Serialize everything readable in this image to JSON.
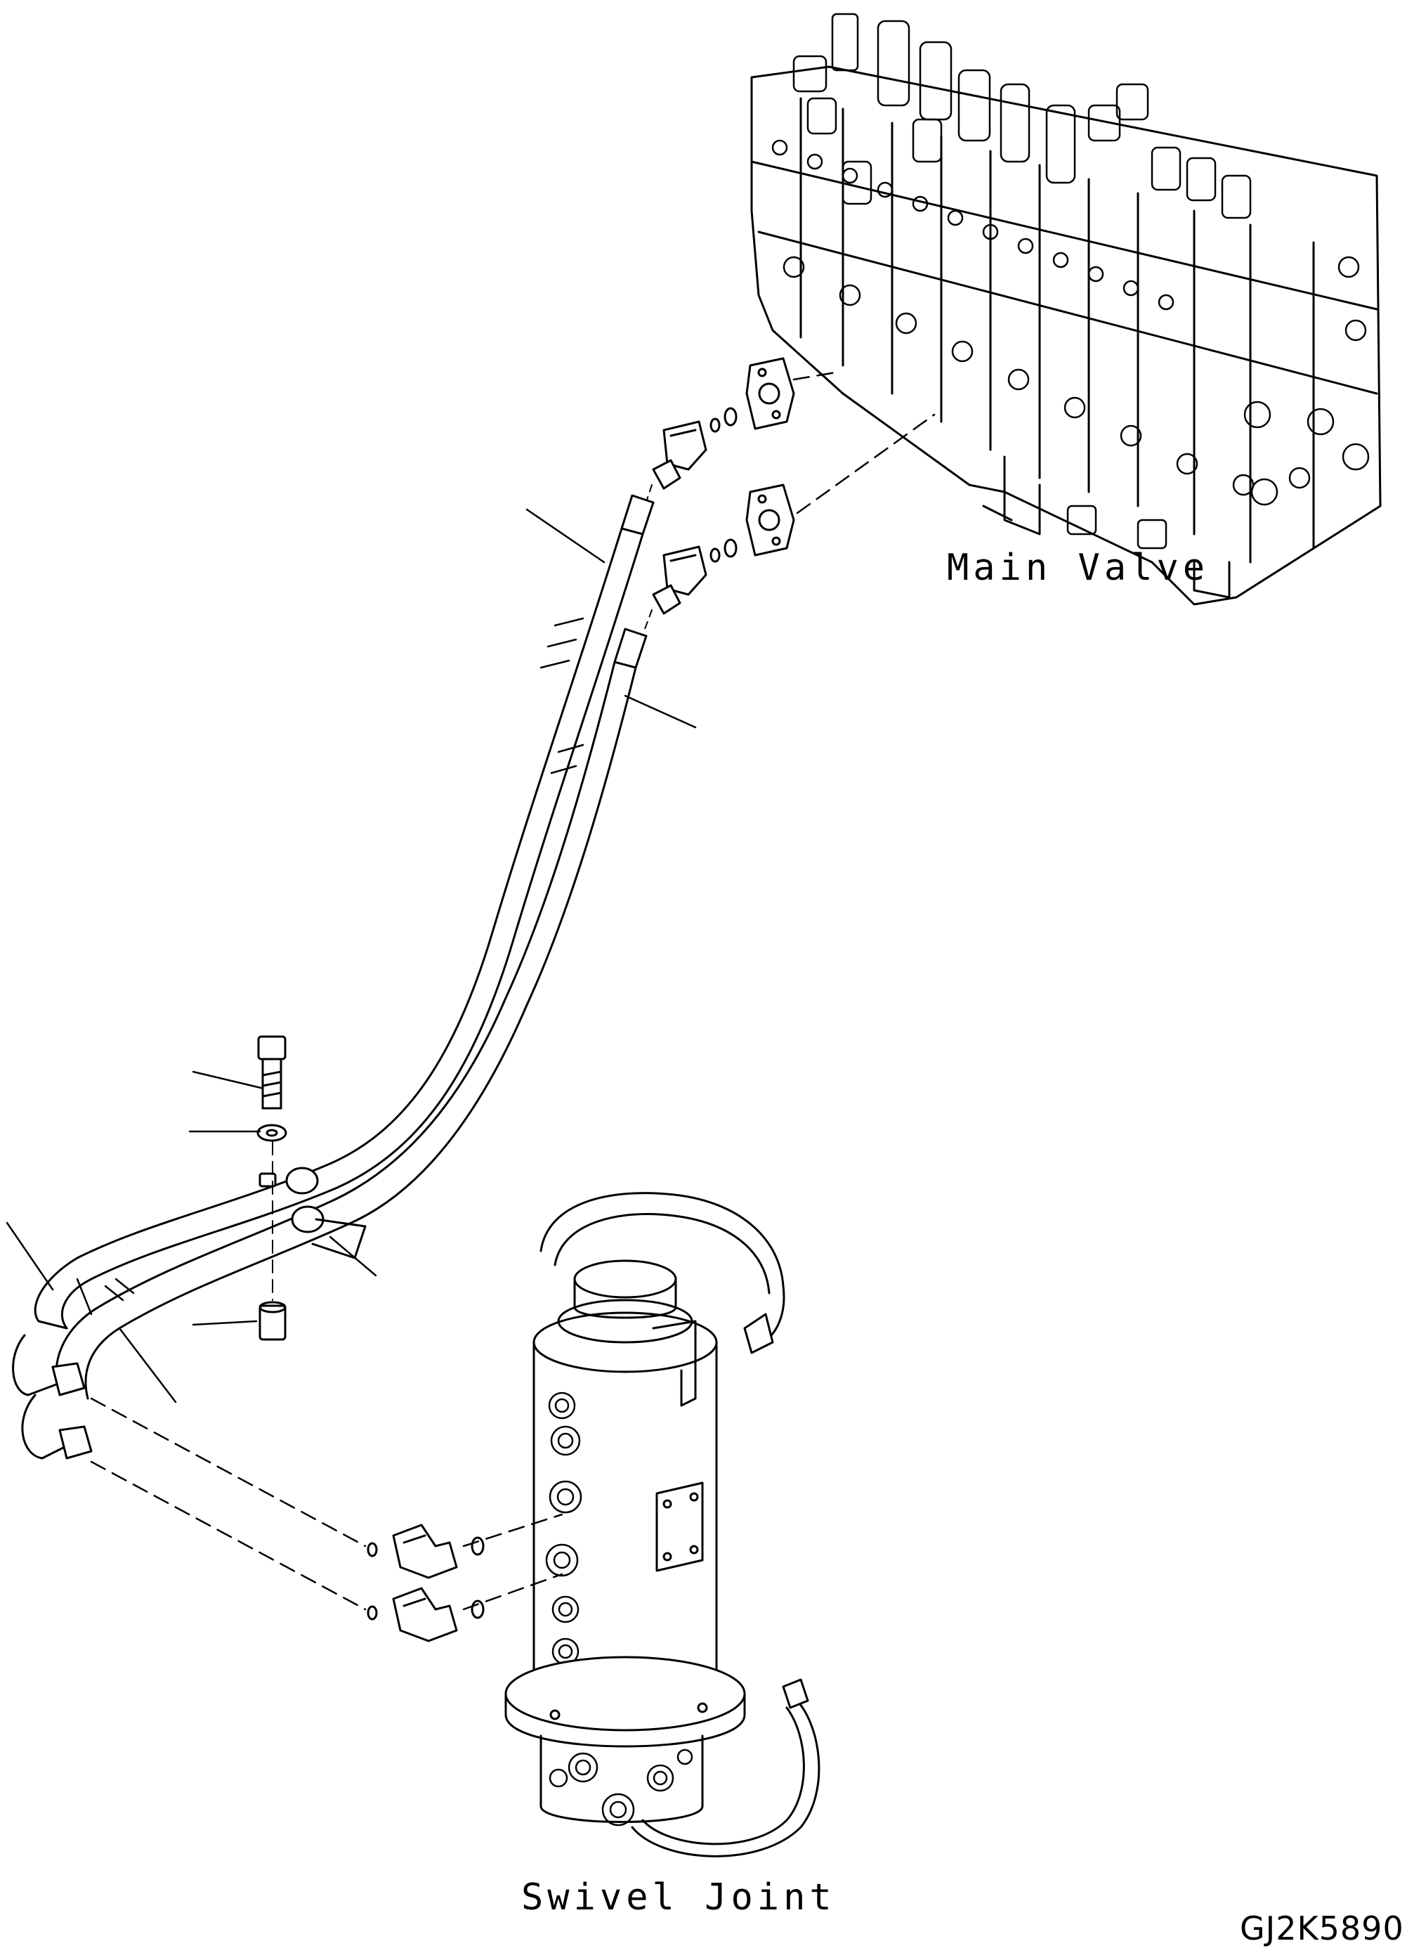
{
  "diagram": {
    "labels": {
      "main_valve": "Main Valve",
      "swivel_joint": "Swivel Joint",
      "drawing_code": "GJ2K5890"
    },
    "parts": [
      "main-valve",
      "swivel-joint",
      "hose-upper",
      "hose-lower",
      "flange-upper",
      "flange-lower",
      "elbow-valve-upper",
      "elbow-valve-lower",
      "elbow-swivel-upper",
      "elbow-swivel-lower",
      "o-ring",
      "clamp-bolt",
      "clamp-washer",
      "clamp-spacer",
      "hose-clamp"
    ],
    "colors": {
      "line": "#000000",
      "background": "#ffffff"
    }
  }
}
